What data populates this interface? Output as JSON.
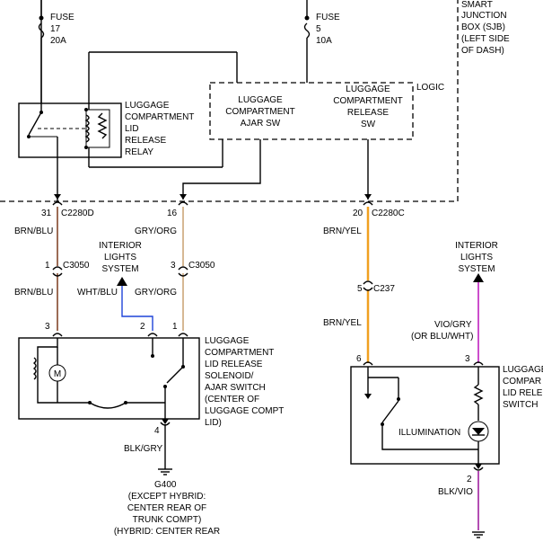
{
  "colors": {
    "brn_blu": "#7a3b1d",
    "gry_org": "#c8a070",
    "wht_blu": "#1f44d8",
    "brn_yel": "#f0a020",
    "vio_gry": "#c020c0",
    "blk_vio": "#a020a0"
  },
  "fuse17": {
    "title": "FUSE",
    "number": "17",
    "rating": "20A"
  },
  "fuse5": {
    "title": "FUSE",
    "number": "5",
    "rating": "10A"
  },
  "sjb": {
    "l1": "SMART",
    "l2": "JUNCTION",
    "l3": "BOX (SJB)",
    "l4": "(LEFT SIDE",
    "l5": "OF DASH)"
  },
  "logic_label": "LOGIC",
  "relay": {
    "l1": "LUGGAGE",
    "l2": "COMPARTMENT",
    "l3": "LID",
    "l4": "RELEASE",
    "l5": "RELAY"
  },
  "ajar_sw": {
    "l1": "LUGGAGE",
    "l2": "COMPARTMENT",
    "l3": "AJAR SW"
  },
  "release_sw": {
    "l1": "LUGGAGE",
    "l2": "COMPARTMENT",
    "l3": "RELEASE",
    "l4": "SW"
  },
  "pins": {
    "p31": "31",
    "c2280d": "C2280D",
    "p16": "16",
    "p20": "20",
    "c2280c": "C2280C",
    "p1": "1",
    "c3050a": "C3050",
    "p3a": "3",
    "c3050b": "C3050",
    "p5": "5",
    "c237": "C237",
    "sol3": "3",
    "sol2": "2",
    "sol1": "1",
    "sol4": "4",
    "sw6": "6",
    "sw3": "3",
    "sw2": "2"
  },
  "wires": {
    "brn_blu_1": "BRN/BLU",
    "brn_blu_2": "BRN/BLU",
    "gry_org_1": "GRY/ORG",
    "gry_org_2": "GRY/ORG",
    "wht_blu": "WHT/BLU",
    "brn_yel_1": "BRN/YEL",
    "brn_yel_2": "BRN/YEL",
    "vio_gry": "VIO/GRY",
    "or_blu_wht": "(OR BLU/WHT)",
    "blk_gry": "BLK/GRY",
    "blk_vio": "BLK/VIO"
  },
  "interior_left": {
    "l1": "INTERIOR",
    "l2": "LIGHTS",
    "l3": "SYSTEM"
  },
  "interior_right": {
    "l1": "INTERIOR",
    "l2": "LIGHTS",
    "l3": "SYSTEM"
  },
  "solenoid": {
    "l1": "LUGGAGE",
    "l2": "COMPARTMENT",
    "l3": "LID RELEASE",
    "l4": "SOLENOID/",
    "l5": "AJAR SWITCH",
    "l6": "(CENTER OF",
    "l7": "LUGGAGE COMPT",
    "l8": "LID)",
    "motor": "M"
  },
  "release_switch": {
    "l1": "LUGGAGE",
    "l2": "COMPAR",
    "l3": "LID RELE",
    "l4": "SWITCH",
    "illumination": "ILLUMINATION"
  },
  "ground": {
    "name": "G400",
    "l1": "(EXCEPT HYBRID:",
    "l2": "CENTER REAR OF",
    "l3": "TRUNK COMPT)",
    "l4": "(HYBRID: CENTER REAR"
  }
}
